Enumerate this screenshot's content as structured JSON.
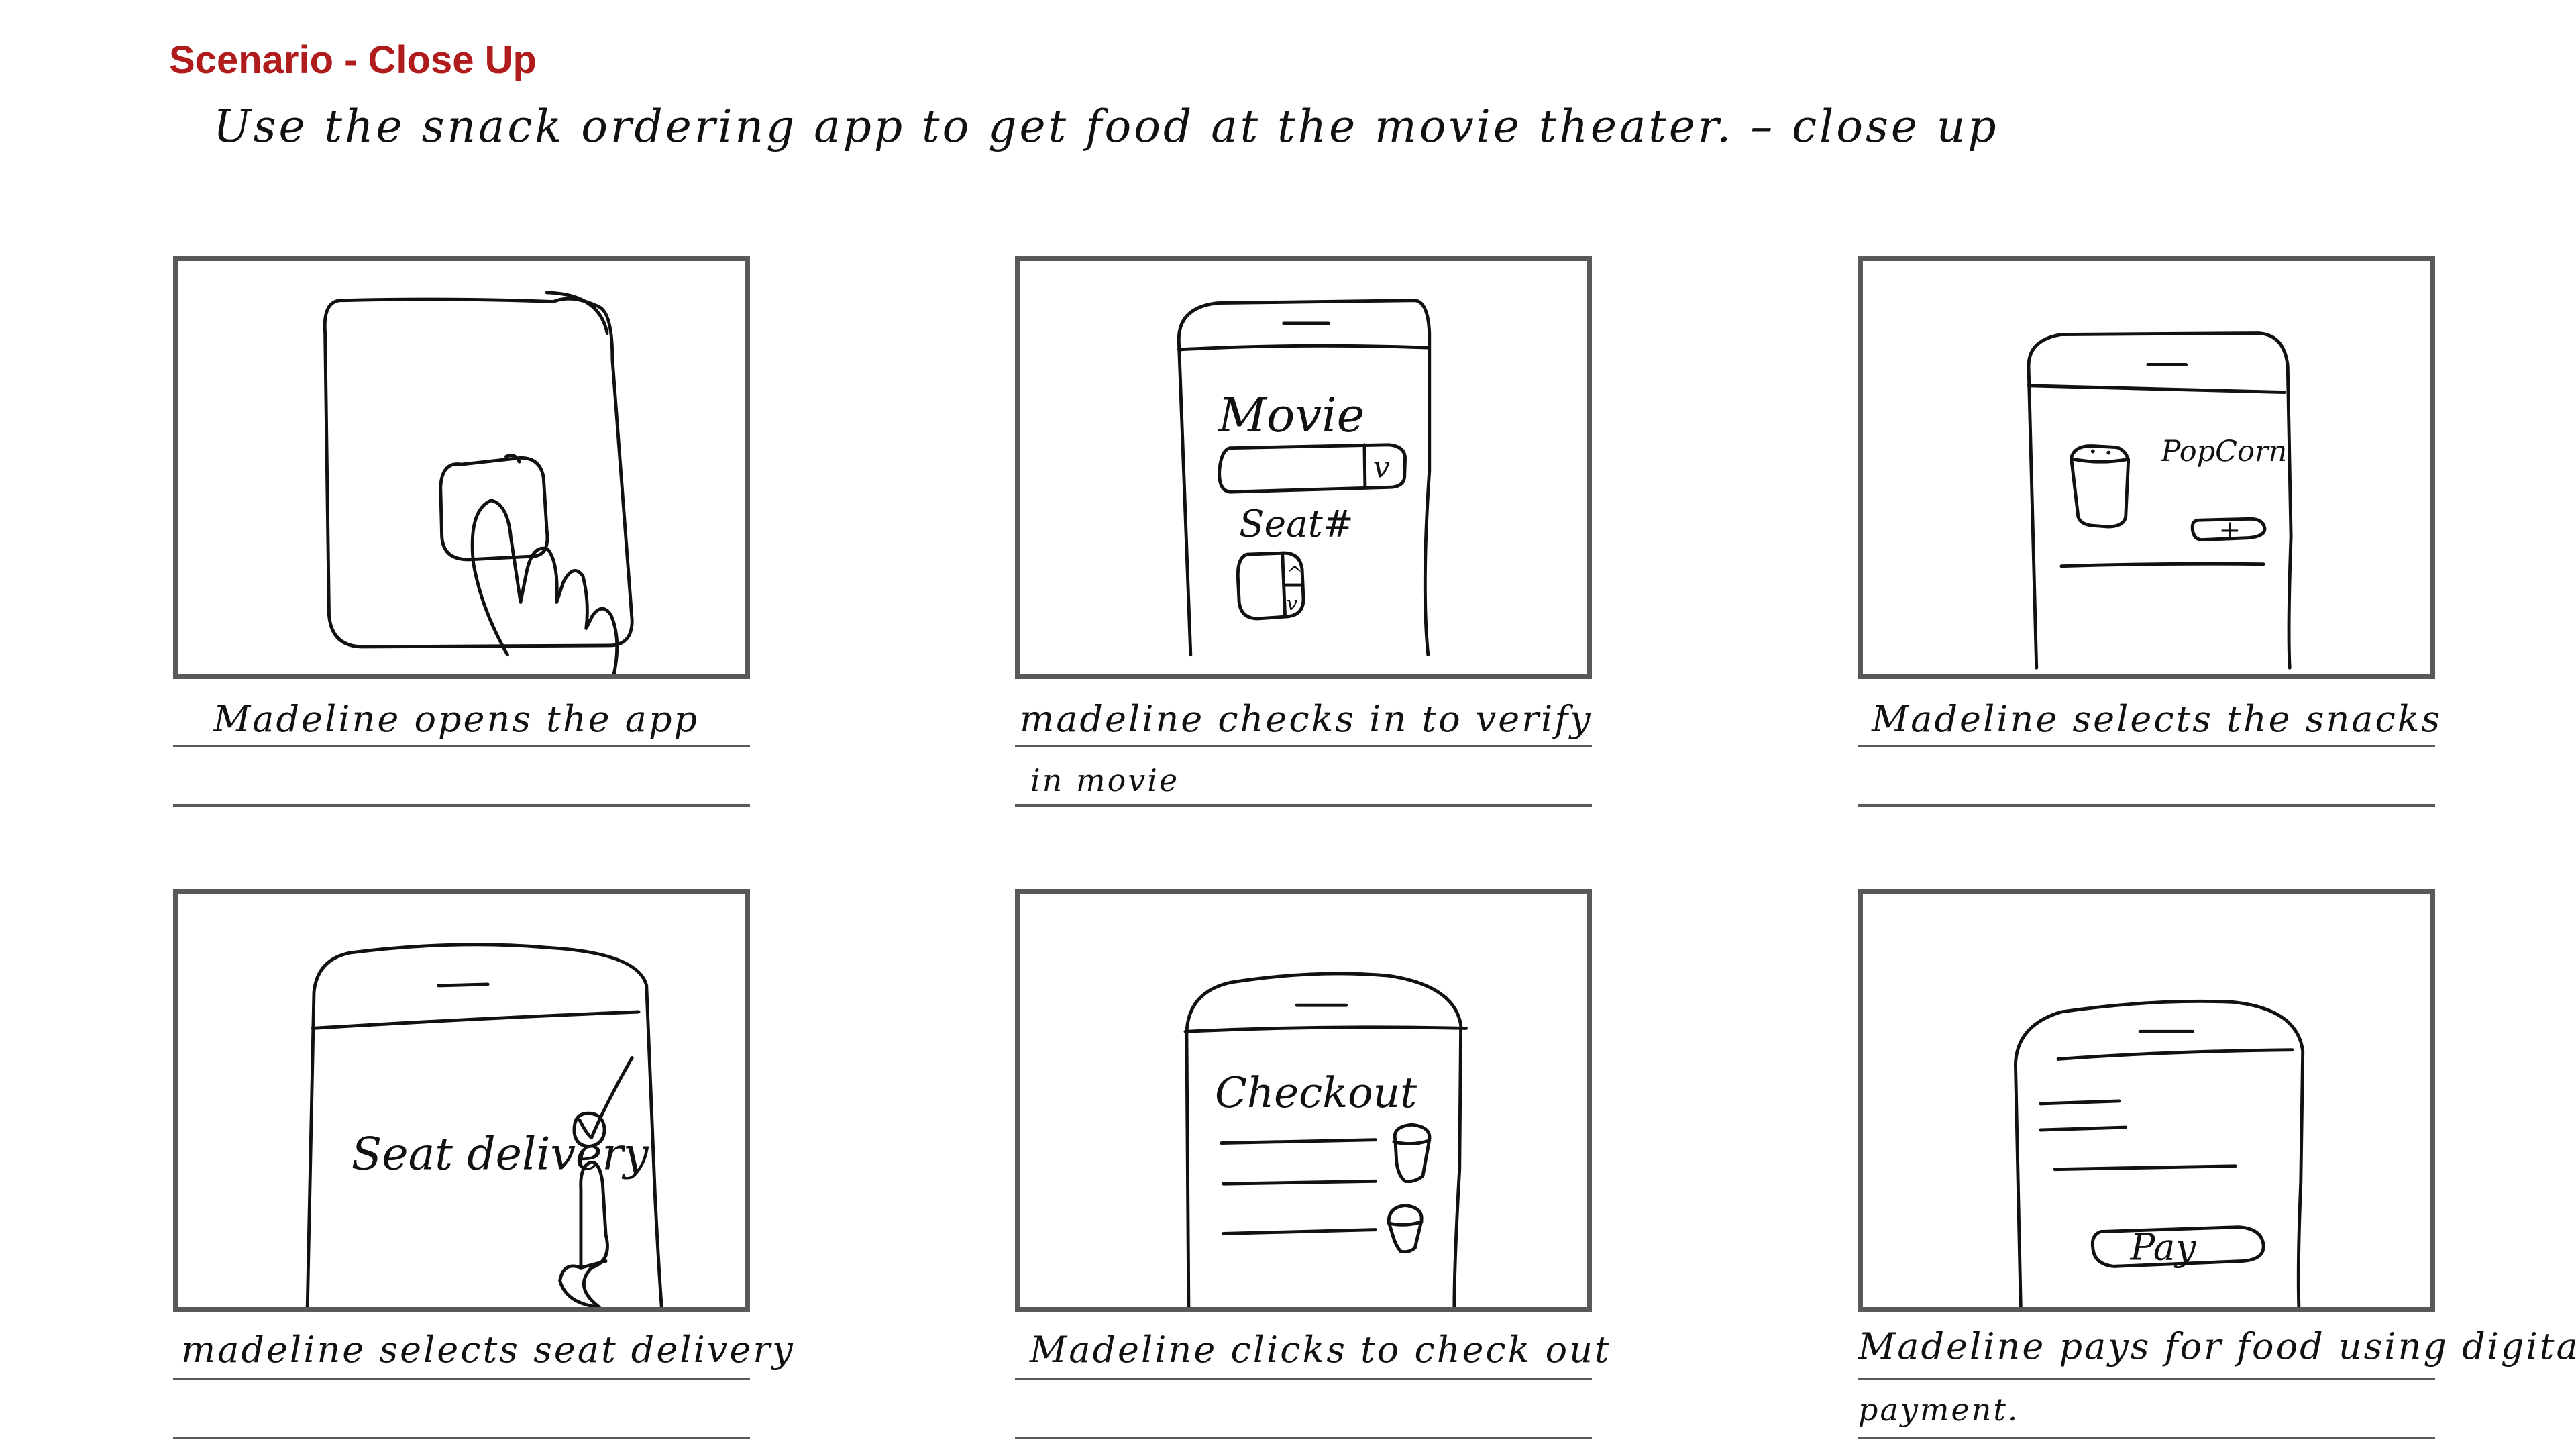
{
  "header": {
    "title": "Scenario - Close Up",
    "subtitle": "Use the snack ordering app to get food at the movie theater. – close up",
    "title_color": "#b01c1c"
  },
  "frames": [
    {
      "caption_line1": "Madeline opens the app",
      "caption_line2": ""
    },
    {
      "caption_line1": "madeline checks in to verify",
      "caption_line2": "in movie"
    },
    {
      "caption_line1": "Madeline selects the snacks",
      "caption_line2": ""
    },
    {
      "caption_line1": "madeline selects seat delivery",
      "caption_line2": ""
    },
    {
      "caption_line1": "Madeline clicks to check out",
      "caption_line2": ""
    },
    {
      "caption_line1": "Madeline pays for food using digital",
      "caption_line2": "payment."
    }
  ],
  "sketch_text": {
    "movie_label": "Movie",
    "dropdown_glyph": "v",
    "seat_label": "Seat#",
    "stepper_up": "^",
    "stepper_down": "v",
    "popcorn_label": "PopCorn",
    "add_glyph": "+",
    "seat_delivery_label": "Seat delivery",
    "checkout_label": "Checkout",
    "pay_label": "Pay"
  },
  "colors": {
    "frame_border": "#58595b",
    "ink": "#111111"
  }
}
